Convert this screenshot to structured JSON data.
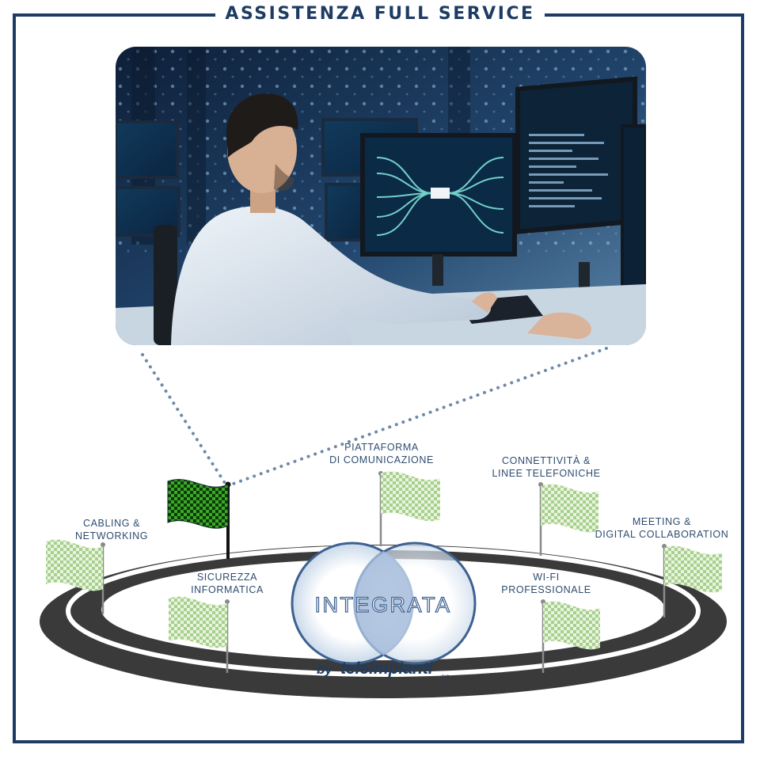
{
  "title": "ASSISTENZA FULL SERVICE",
  "logo": {
    "name": "INTEGRATA",
    "by": "by",
    "brand": "teleimpianti",
    "brand_suffix": "SpA"
  },
  "services": [
    {
      "line1": "CABLING &",
      "line2": "NETWORKING"
    },
    {
      "line1": "SICUREZZA",
      "line2": "INFORMATICA"
    },
    {
      "line1": "PIATTAFORMA",
      "line2": "DI COMUNICAZIONE"
    },
    {
      "line1": "CONNETTIVITÀ &",
      "line2": "LINEE TELEFONICHE"
    },
    {
      "line1": "WI-FI",
      "line2": "PROFESSIONALE"
    },
    {
      "line1": "MEETING &",
      "line2": "DIGITAL COLLABORATION"
    }
  ],
  "colors": {
    "frame": "#1e3c63",
    "label_text": "#2e4c70",
    "track": "#3a3a3a",
    "track_line": "#ffffff",
    "flag_light": "#a8d08d",
    "flag_active": "#3caa28",
    "connector": "#6d89a8"
  },
  "icons": {
    "flag": "checkered-flag-icon",
    "photo": "technician-at-monitors-photo"
  }
}
